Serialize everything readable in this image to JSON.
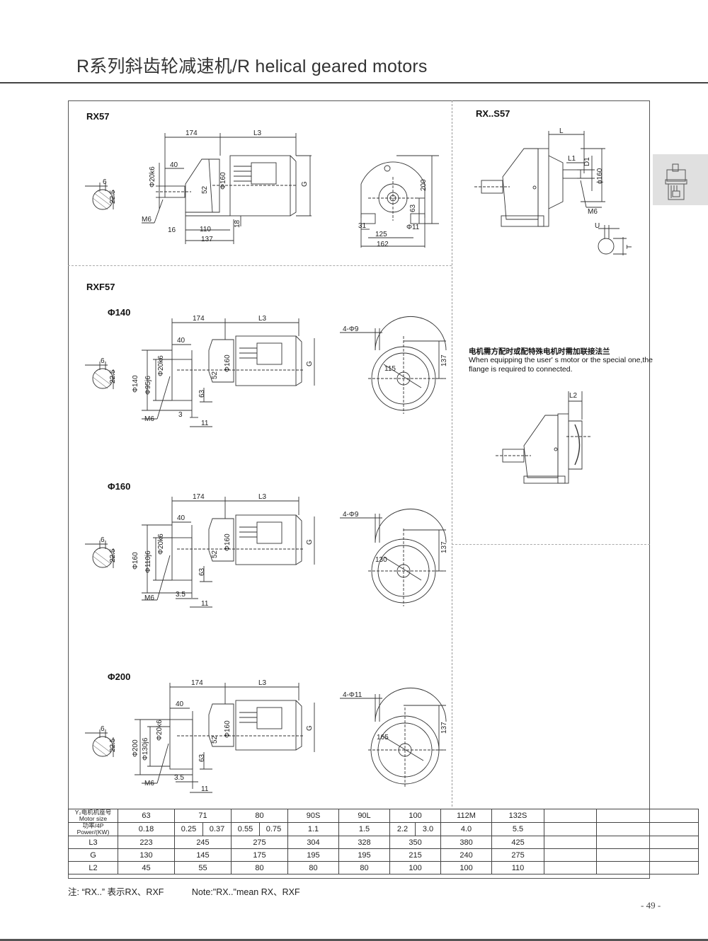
{
  "header": {
    "title": "R系列斜齿轮减速机/R helical geared motors"
  },
  "sections": {
    "rx57": {
      "label": "RX57",
      "dims": {
        "a": "174",
        "l3": "L3",
        "b": "40",
        "shaft": "Φ20k6",
        "c": "52",
        "d": "Φ160",
        "g": "G",
        "m6": "M6",
        "e": "16",
        "f": "110",
        "h": "137",
        "i": "18",
        "key_w": "6",
        "key_h": "22.5"
      },
      "end_view": {
        "h200": "200",
        "h63": "63",
        "w31": "31",
        "hole": "Φ11",
        "w125": "125",
        "w162": "162"
      }
    },
    "rxf57": {
      "label": "RXF57",
      "variants": [
        {
          "label": "Φ140",
          "flange": "Φ140",
          "spigot": "Φ95j6",
          "gap": "3",
          "pcd": "115",
          "holes": "4-Φ9",
          "h137": "137"
        },
        {
          "label": "Φ160",
          "flange": "Φ160",
          "spigot": "Φ110j6",
          "gap": "3.5",
          "pcd": "130",
          "holes": "4-Φ9",
          "h137": "137"
        },
        {
          "label": "Φ200",
          "flange": "Φ200",
          "spigot": "Φ130j6",
          "gap": "3.5",
          "pcd": "165",
          "holes": "4-Φ11",
          "h137": "137"
        }
      ],
      "common": {
        "a": "174",
        "l3": "L3",
        "b": "40",
        "shaft": "Φ20k6",
        "c": "52",
        "d": "Φ160",
        "g": "G",
        "m6": "M6",
        "h63": "63",
        "t11": "11",
        "key_w": "6",
        "key_h": "22.5"
      }
    },
    "rxs57": {
      "label": "RX..S57",
      "dims": {
        "l": "L",
        "l1": "L1",
        "d1": "D1",
        "d160": "ϕ160",
        "m6": "M6",
        "u": "U",
        "t": "T"
      }
    },
    "flange_note": {
      "cn": "电机需方配时或配特殊电机时需加联接法兰",
      "en": "When equipping the user' s motor or the special one,the flange is required to connected.",
      "l2": "L2"
    }
  },
  "table": {
    "rows": [
      {
        "label_cn": "Y₂电机机座号",
        "label_en": "Motor size",
        "cells": [
          {
            "v": "63",
            "span": 2
          },
          {
            "v": "71",
            "span": 2
          },
          {
            "v": "80",
            "span": 2
          },
          {
            "v": "90S",
            "span": 2
          },
          {
            "v": "90L",
            "span": 2
          },
          {
            "v": "100",
            "span": 2
          },
          {
            "v": "112M",
            "span": 2
          },
          {
            "v": "132S",
            "span": 2
          },
          {
            "v": "",
            "span": 2
          }
        ]
      },
      {
        "label_cn": "功率/4P",
        "label_en": "Power/(KW)",
        "cells": [
          {
            "v": "0.18",
            "span": 2
          },
          {
            "v": "0.25",
            "span": 1
          },
          {
            "v": "0.37",
            "span": 1
          },
          {
            "v": "0.55",
            "span": 1
          },
          {
            "v": "0.75",
            "span": 1
          },
          {
            "v": "1.1",
            "span": 2
          },
          {
            "v": "1.5",
            "span": 2
          },
          {
            "v": "2.2",
            "span": 1
          },
          {
            "v": "3.0",
            "span": 1
          },
          {
            "v": "4.0",
            "span": 2
          },
          {
            "v": "5.5",
            "span": 2
          },
          {
            "v": "",
            "span": 2
          }
        ]
      },
      {
        "label": "L3",
        "cells": [
          {
            "v": "223"
          },
          {
            "v": "245"
          },
          {
            "v": "275"
          },
          {
            "v": "304"
          },
          {
            "v": "328"
          },
          {
            "v": "350"
          },
          {
            "v": "380"
          },
          {
            "v": "425"
          },
          {
            "v": ""
          }
        ]
      },
      {
        "label": "G",
        "cells": [
          {
            "v": "130"
          },
          {
            "v": "145"
          },
          {
            "v": "175"
          },
          {
            "v": "195"
          },
          {
            "v": "195"
          },
          {
            "v": "215"
          },
          {
            "v": "240"
          },
          {
            "v": "275"
          },
          {
            "v": ""
          }
        ]
      },
      {
        "label": "L2",
        "cells": [
          {
            "v": "45"
          },
          {
            "v": "55"
          },
          {
            "v": "80"
          },
          {
            "v": "80"
          },
          {
            "v": "80"
          },
          {
            "v": "100"
          },
          {
            "v": "100"
          },
          {
            "v": "110"
          },
          {
            "v": ""
          }
        ]
      }
    ]
  },
  "footer": {
    "note_cn": "注: “RX..” 表示RX、RXF",
    "note_en": "Note:\"RX..\"mean RX、RXF",
    "page_number": "- 49 -"
  },
  "colors": {
    "line": "#333333",
    "tab_bg": "#e0e0e0"
  }
}
